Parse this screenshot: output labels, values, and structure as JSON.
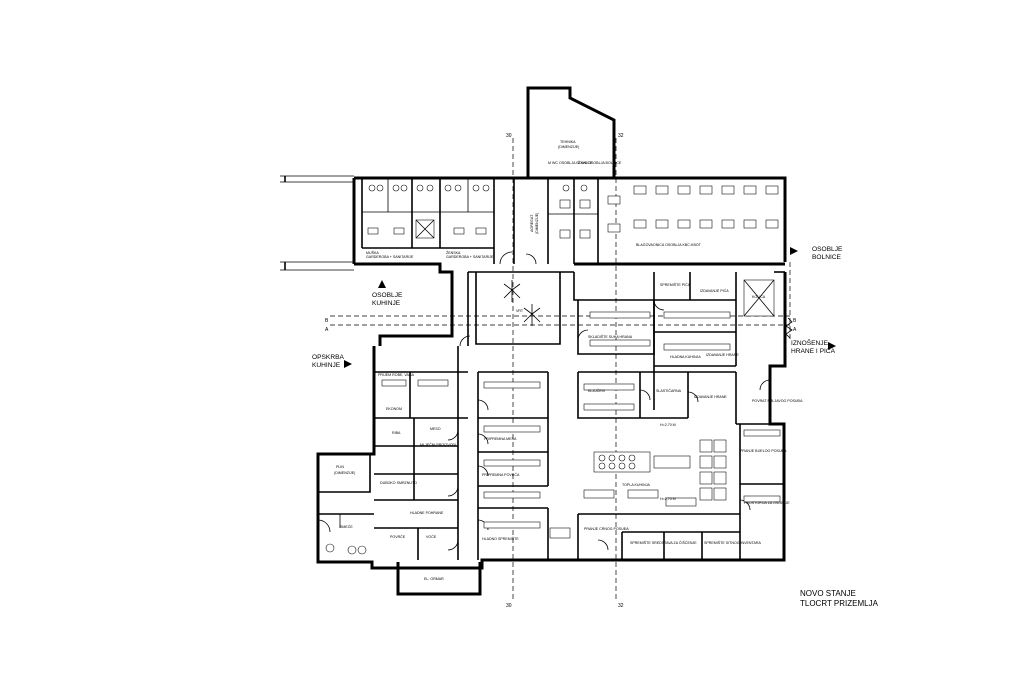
{
  "title": {
    "line1": "NOVO STANJE",
    "line2": "TLOCRT PRIZEMLJA"
  },
  "arrows": {
    "osoblje_bolnice_1": "OSOBLJE",
    "osoblje_bolnice_2": "BOLNICE",
    "iznosenje_1": "IZNOŠENJE",
    "iznosenje_2": "HRANE I PIĆA",
    "osoblje_kuhinje_1": "OSOBLJE",
    "osoblje_kuhinje_2": "KUHINJE",
    "opskrba_1": "OPSKRBA",
    "opskrba_2": "KUHINJE"
  },
  "axes": {
    "a30_top": "30",
    "a32_top": "32",
    "a30_bottom": "30",
    "a32_bottom": "32",
    "b_left": "B",
    "b_right": "B",
    "a_left": "A",
    "a_right": "A"
  },
  "rooms": {
    "tehnika": "TEHNIKA",
    "tehnika_sub": "(DIMENZIJE)",
    "wc_m": "M WC OSOBLJA BOLNICE",
    "wc_z": "Ž WC OSOBLJA BOLNICE",
    "garderoba_m": "GARDEROBA + SANITARIJE",
    "garderoba_z": "GARDEROBA + SANITARIJE",
    "muska": "MUŠKA",
    "zenska": "ŽENSKA",
    "agregat": "AGREGAT",
    "agregat_sub": "(DIMENZIJE)",
    "blagovaonica": "BLAGOVAONICA OSOBLJA KBC-KBOT",
    "vrt": "VRT",
    "spremiste_pica": "SPREMIŠTE PIĆA",
    "izdavanje_pica": "IZDAVANJE PIĆA",
    "kolica": "KOLICA",
    "skladiste": "SKLADIŠTE SUHA HRANA",
    "hladna_kuhinja": "HLADNA KUHINJA",
    "izdavanje_hrane": "IZDAVANJE HRANE",
    "prijem_robe": "PRIJEM ROBE, VAGA",
    "ekonom": "EKONOM",
    "kljucevi": "KLJUČEVI",
    "slasticarna": "SLASTIČARNA",
    "izdavanje_hrane_2": "IZDAVANJE HRANE",
    "povrat": "POVRAT PRLJAVOG POSUĐA",
    "riba": "RIBA",
    "meso": "MESO",
    "mljecni": "MLJEČNI PROIZVODI",
    "pripremna_mesa": "PRIPREMNA MESA",
    "pripremna_povrca": "PRIPREMNA POVRĆA",
    "duboko": "DUBOKO SMRZNUTO",
    "hladne": "HLADNE POHRANE",
    "pranje_bijelo": "PRANJE BIJELOG POSUĐA",
    "topla_kuhinja": "TOPLA KUHINJA",
    "prostorija_osoblje": "PROSTORIJA ZA OSOBLJE",
    "plin": "PLIN",
    "plin_sub": "(DIMENZIJE)",
    "smece": "SMEĆE",
    "povrce": "POVRĆE",
    "vocce": "VOĆE",
    "hladno_spremiste": "HLADNO SPREMIŠTE",
    "pranje_crno": "PRANJE CRNOG POSUĐA",
    "spremiste_sredstava": "SPREMIŠTE SREDSTAVA ZA ČIŠĆENJE",
    "spremiste_pribora": "SPREMIŠTE SITNOG INVENTARA",
    "el_ormar": "EL. ORMAR",
    "dim1": "h=2,70 m",
    "dim2": "h=2,70 m"
  }
}
